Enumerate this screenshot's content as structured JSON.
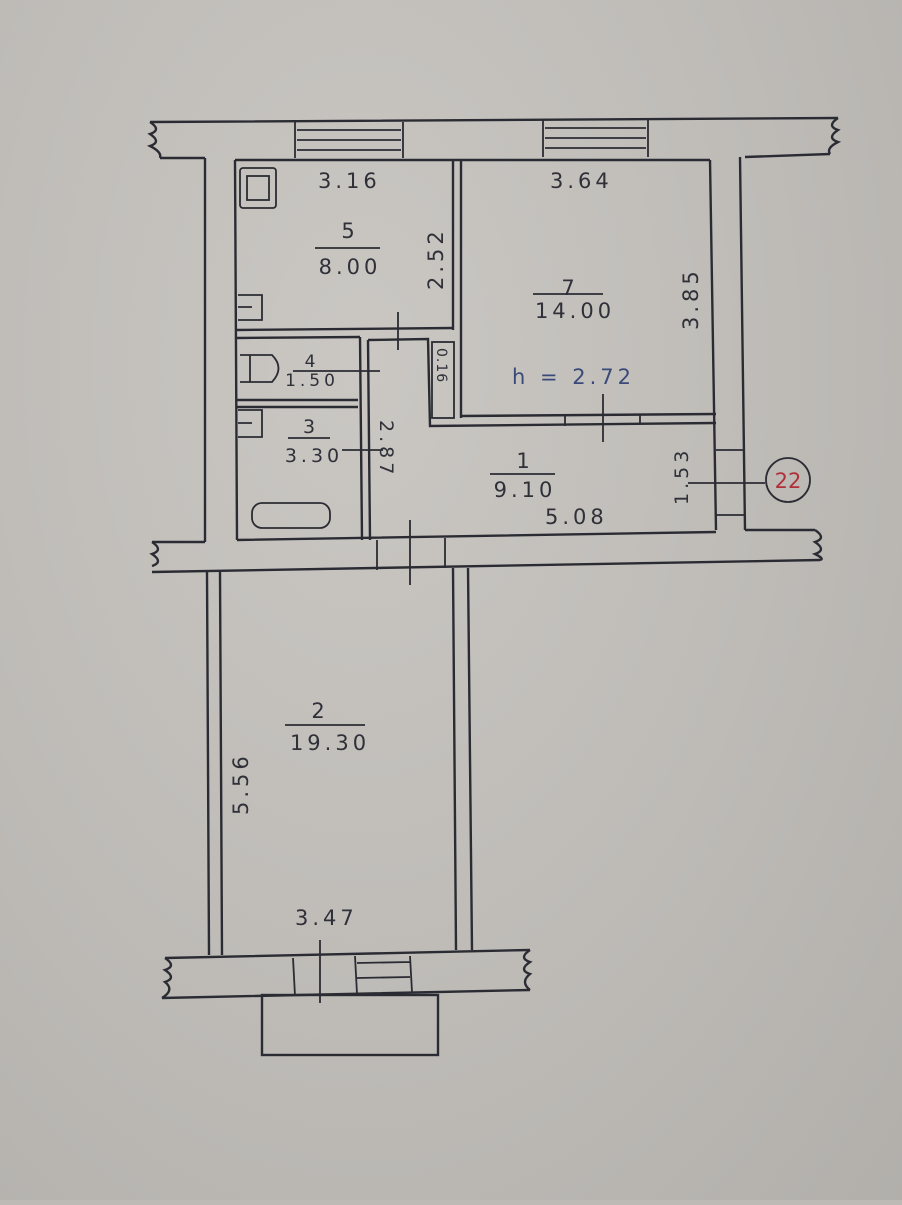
{
  "ceiling_height": "h = 2.72",
  "apartment_number": "22",
  "rooms": [
    {
      "number": "1",
      "area": "9.10"
    },
    {
      "number": "2",
      "area": "19.30"
    },
    {
      "number": "3",
      "area": "3.30"
    },
    {
      "number": "4",
      "area": "1.50"
    },
    {
      "number": "5",
      "area": "8.00"
    },
    {
      "number": "7",
      "area": "14.00"
    }
  ],
  "dimensions": {
    "kitchen_width": "3.16",
    "kitchen_depth": "2.52",
    "room7_width": "3.64",
    "room7_depth": "3.85",
    "hall_length": "5.08",
    "hall_width": "1.53",
    "corridor_length": "2.87",
    "closet": "0.16",
    "room2_length": "5.56",
    "room2_width": "3.47"
  },
  "colors": {
    "ink": "#2b2c33",
    "pencil": "#3a4a78",
    "stamp": "#b0303a",
    "paper": "#c4c1bd"
  }
}
